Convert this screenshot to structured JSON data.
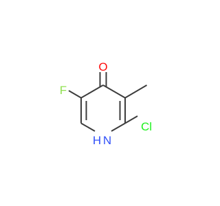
{
  "molecule": {
    "atoms": {
      "oxygen": {
        "symbol": "O",
        "color": "#ff0d0d"
      },
      "fluorine": {
        "symbol": "F",
        "color": "#90e050"
      },
      "chlorine": {
        "symbol": "Cl",
        "color": "#1ff01f"
      },
      "nitrogen": {
        "symbol": "N",
        "color": "#3050f8"
      },
      "nitrogen_hydrogen": {
        "symbol": "H",
        "color": "#3050f8"
      }
    },
    "bond_color": "#3c3c3c"
  }
}
